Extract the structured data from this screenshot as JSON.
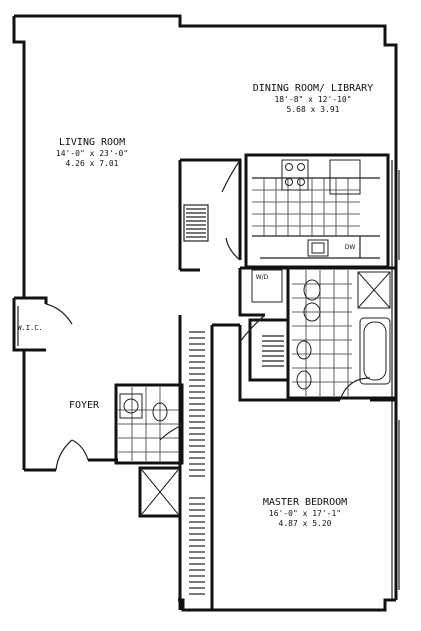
{
  "rooms": {
    "living": {
      "name": "LIVING ROOM",
      "dim_imperial": "14'-0\" x 23'-0\"",
      "dim_metric": "4.26 x 7.01"
    },
    "dining": {
      "name": "DINING ROOM/ LIBRARY",
      "dim_imperial": "18'-8\" x 12'-10\"",
      "dim_metric": "5.68 x 3.91"
    },
    "master": {
      "name": "MASTER BEDROOM",
      "dim_imperial": "16'-0\" x 17'-1\"",
      "dim_metric": "4.87 x 5.20"
    },
    "foyer": {
      "name": "FOYER"
    },
    "wic": {
      "name": "W.I.C."
    }
  },
  "fixtures": {
    "washer_dryer": "W/D",
    "kitchen_dw": "DW"
  }
}
